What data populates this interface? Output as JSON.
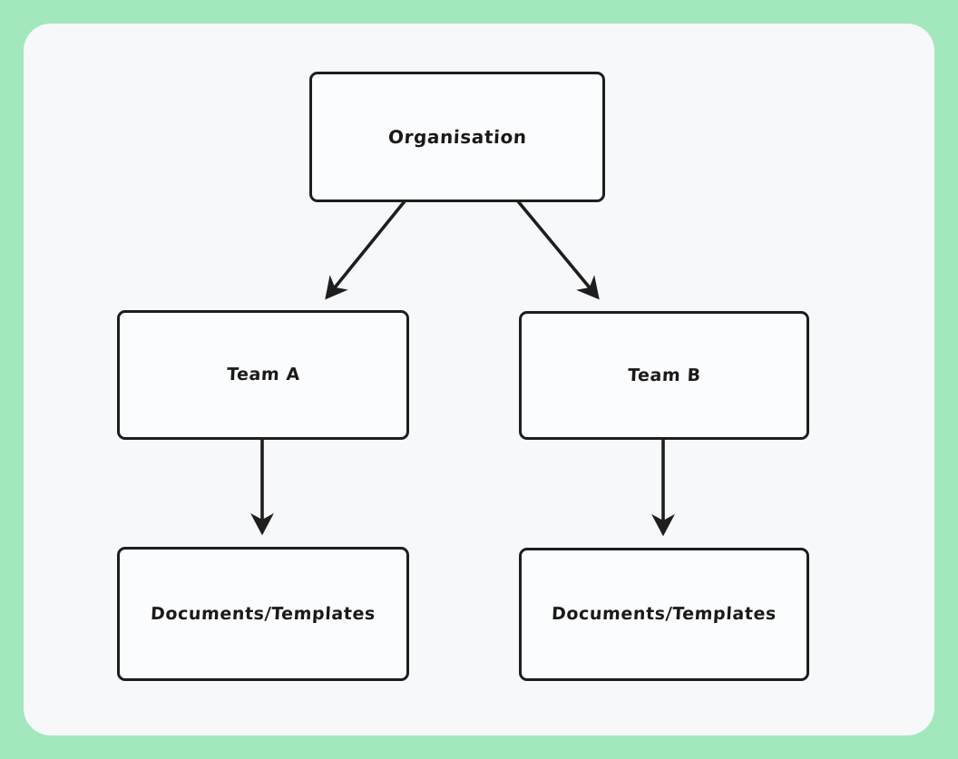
{
  "canvas": {
    "background_color": "#a3e8bc",
    "card_color": "#f7f8fa",
    "stroke_color": "#1e1e1e"
  },
  "diagram": {
    "type": "org-hierarchy-flowchart",
    "nodes": [
      {
        "id": "organisation",
        "label": "Organisation"
      },
      {
        "id": "team_a",
        "label": "Team A"
      },
      {
        "id": "team_b",
        "label": "Team B"
      },
      {
        "id": "docs_a",
        "label": "Documents/Templates"
      },
      {
        "id": "docs_b",
        "label": "Documents/Templates"
      }
    ],
    "edges": [
      {
        "from": "organisation",
        "to": "team_a",
        "style": "diagonal-arrow"
      },
      {
        "from": "organisation",
        "to": "team_b",
        "style": "diagonal-arrow"
      },
      {
        "from": "team_a",
        "to": "docs_a",
        "style": "vertical-arrow"
      },
      {
        "from": "team_b",
        "to": "docs_b",
        "style": "vertical-arrow"
      }
    ]
  }
}
